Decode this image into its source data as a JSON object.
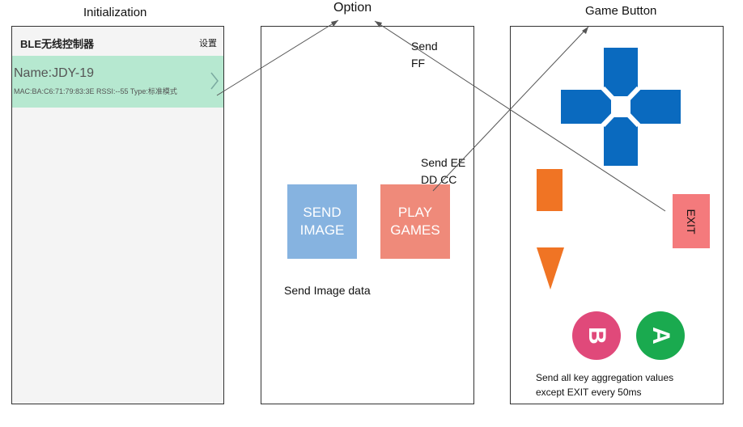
{
  "headings": {
    "initialization": "Initialization",
    "option": "Option",
    "game_button": "Game Button"
  },
  "phone": {
    "app_title": "BLE无线控制器",
    "settings_label": "设置",
    "device": {
      "name": "Name:JDY-19",
      "info": "MAC:BA:C6:71:79:83:3E   RSSI:--55   Type:标准模式"
    }
  },
  "option": {
    "send_image_button": "SEND\nIMAGE",
    "play_games_button": "PLAY\nGAMES",
    "send_ff_note": "Send\nFF",
    "send_ee_note": "Send EE\nDD CC",
    "send_image_data_note": "Send Image data"
  },
  "game": {
    "exit_label": "EXIT",
    "b_label": "B",
    "a_label": "A",
    "footer_note": "Send all key aggregation values\nexcept EXIT every 50ms"
  },
  "colors": {
    "dpad": "#0a6abf",
    "send_image": "#86b3e0",
    "play_games": "#ef8a7a",
    "exit": "#f47a7c",
    "orange": "#f07424",
    "b_button": "#e0497a",
    "a_button": "#1aaa4f",
    "device_row": "#b6e8d0"
  },
  "icons": [
    "chevron-right-icon",
    "dpad-icon",
    "triangle-down-icon"
  ]
}
